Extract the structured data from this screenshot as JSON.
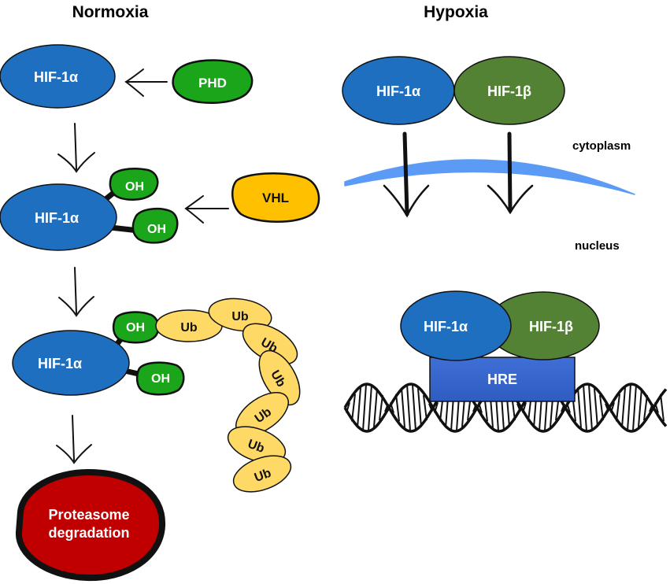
{
  "titles": {
    "normoxia": "Normoxia",
    "hypoxia": "Hypoxia"
  },
  "labels": {
    "hif1a": "HIF-1α",
    "hif1b": "HIF-1β",
    "phd": "PHD",
    "vhl": "VHL",
    "oh": "OH",
    "ub": "Ub",
    "proteasome_line1": "Proteasome",
    "proteasome_line2": "degradation",
    "cytoplasm": "cytoplasm",
    "nucleus": "nucleus",
    "hre": "HRE"
  },
  "colors": {
    "hif1a": "#1f6fc0",
    "hif1b": "#548235",
    "enzyme_green": "#1aa51a",
    "vhl": "#ffc000",
    "ubiquitin": "#ffd966",
    "proteasome": "#c00000",
    "membrane": "#5b9bf5",
    "hre": "#3a66cc"
  }
}
